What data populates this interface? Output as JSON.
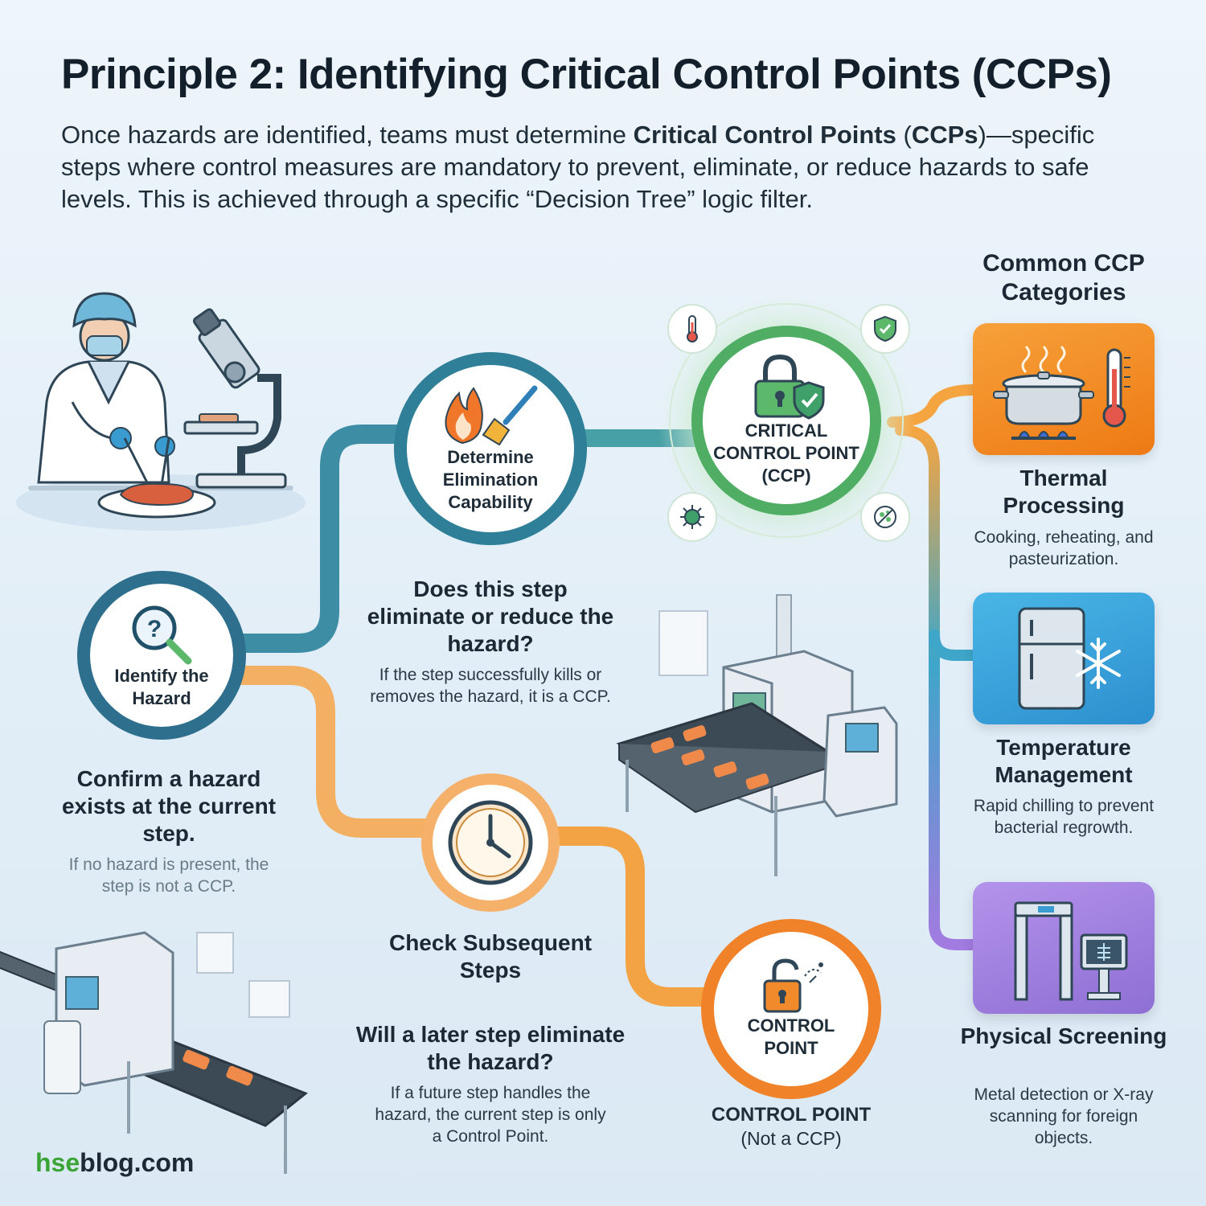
{
  "title": "Principle 2: Identifying Critical Control Points (CCPs)",
  "intro": {
    "part1": "Once hazards are identified, teams must determine ",
    "bold": "Critical Control Points",
    "part2": " (",
    "bold2": "CCPs",
    "part3": ")—specific steps where control measures are mandatory to prevent, eliminate, or reduce hazards to safe levels. This is achieved through a specific “Decision Tree” logic filter."
  },
  "steps": {
    "identify": {
      "label_line1": "Identify the",
      "label_line2": "Hazard",
      "question": "Confirm a hazard exists at the current step.",
      "note": "If no hazard is present, the step is not a CCP."
    },
    "eliminate": {
      "label_line1": "Determine",
      "label_line2": "Elimination",
      "label_line3": "Capability",
      "question": "Does this step eliminate or reduce the hazard?",
      "note": "If the step successfully kills or removes the hazard, it is a CCP."
    },
    "ccp": {
      "line1": "CRITICAL",
      "line2": "CONTROL POINT",
      "line3": "(CCP)"
    },
    "subsequent": {
      "label": "Check Subsequent Steps",
      "question": "Will a later step eliminate the hazard?",
      "note": "If a future step handles the hazard, the current step is only a Control Point."
    },
    "control_point": {
      "circle_line1": "CONTROL",
      "circle_line2": "POINT",
      "caption_bold": "CONTROL POINT",
      "caption_sub": "(Not a CCP)"
    }
  },
  "categories": {
    "heading": "Common CCP Categories",
    "items": [
      {
        "title": "Thermal Processing",
        "desc": "Cooking, reheating, and pasteurization.",
        "color": "#f08a1c",
        "icon": "cooking-pot-icon"
      },
      {
        "title": "Temperature Management",
        "desc": "Rapid chilling to prevent bacterial regrowth.",
        "color": "#2f9fd8",
        "icon": "refrigerator-icon"
      },
      {
        "title": "Physical Screening",
        "desc": "Metal detection or X-ray scanning for foreign objects.",
        "color": "#9a7ad8",
        "icon": "metal-detector-icon"
      }
    ]
  },
  "colors": {
    "teal": "#3d8ea5",
    "orange": "#f3a344",
    "green": "#5cb96c",
    "ccp_orange": "#f0822a"
  },
  "footer": {
    "brand_green": "hse",
    "brand_rest": "blog.com"
  }
}
